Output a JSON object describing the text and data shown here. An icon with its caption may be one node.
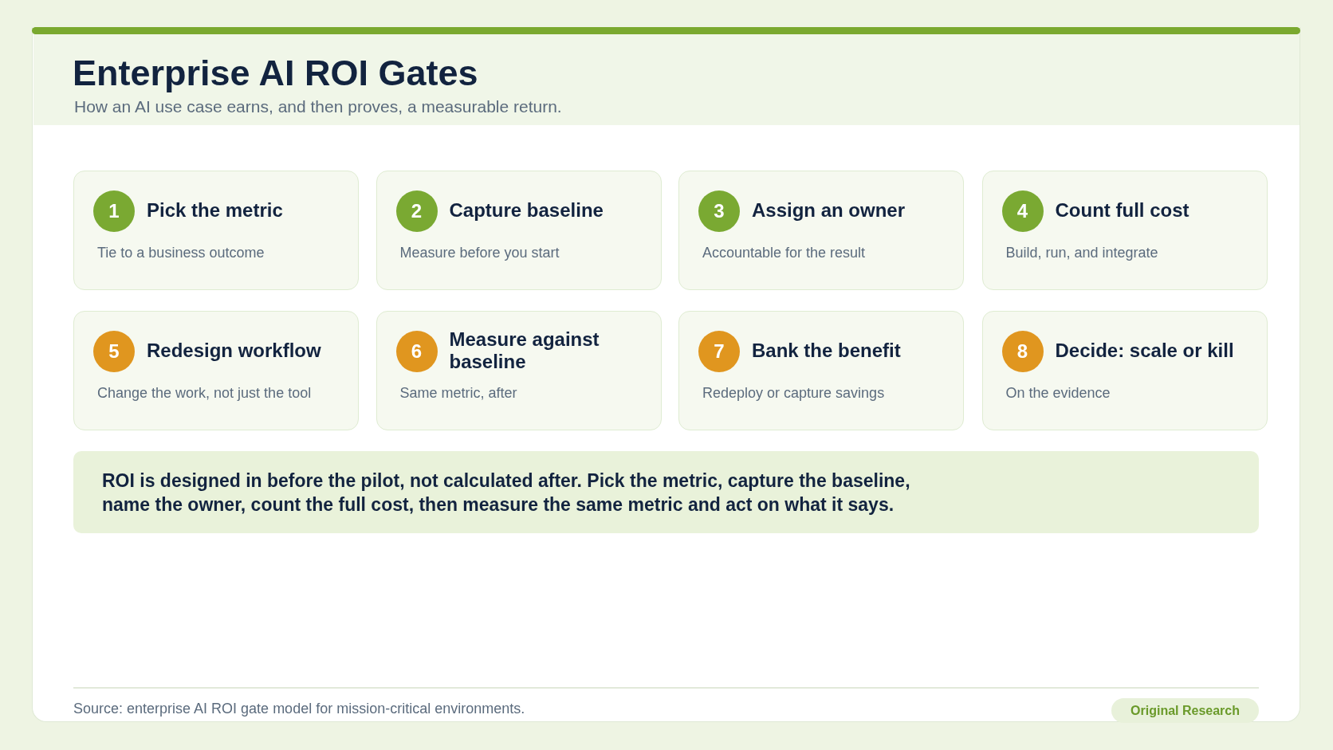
{
  "diagram": {
    "title": "Enterprise AI ROI Gates",
    "nodes": [
      {
        "text": [
          "Pick the metric",
          "Tie to a business outcome"
        ]
      },
      {
        "text": [
          "1"
        ],
        "in": 0
      },
      {
        "text": [
          "Capture baseline",
          "Measure before you start"
        ]
      },
      {
        "text": [
          "2"
        ],
        "in": 2
      },
      {
        "text": [
          "Assign an owner",
          "Accountable for the result"
        ]
      },
      {
        "text": [
          "3"
        ],
        "in": 4
      },
      {
        "text": [
          "Count full cost",
          "Build, run, and integrate"
        ]
      },
      {
        "text": [
          "4"
        ],
        "in": 6
      },
      {
        "text": [
          "Redesign workflow",
          "Change the work, not just the tool"
        ]
      },
      {
        "text": [
          "5"
        ],
        "in": 8
      },
      {
        "text": [
          "Measure against baseline",
          "Same metric, after"
        ]
      },
      {
        "text": [
          "6"
        ],
        "in": 10
      },
      {
        "text": [
          "Bank the benefit",
          "Redeploy or capture savings"
        ]
      },
      {
        "text": [
          "7"
        ],
        "in": 12
      },
      {
        "text": [
          "Decide: scale or kill",
          "On the evidence"
        ]
      },
      {
        "text": [
          "8"
        ],
        "in": 14
      },
      {
        "text": [
          "ROI is designed in before the pilot, not calculated after. Pick the metric, capture the baseline, name the owner, count the full cost, then measure the same metric and act on what it says."
        ]
      },
      {
        "text": [
          "Original Research"
        ]
      }
    ],
    "labels": [
      "How an AI use case earns, and then proves, a measurable return.",
      "Source: enterprise AI ROI gate model for mission-critical environments."
    ]
  }
}
